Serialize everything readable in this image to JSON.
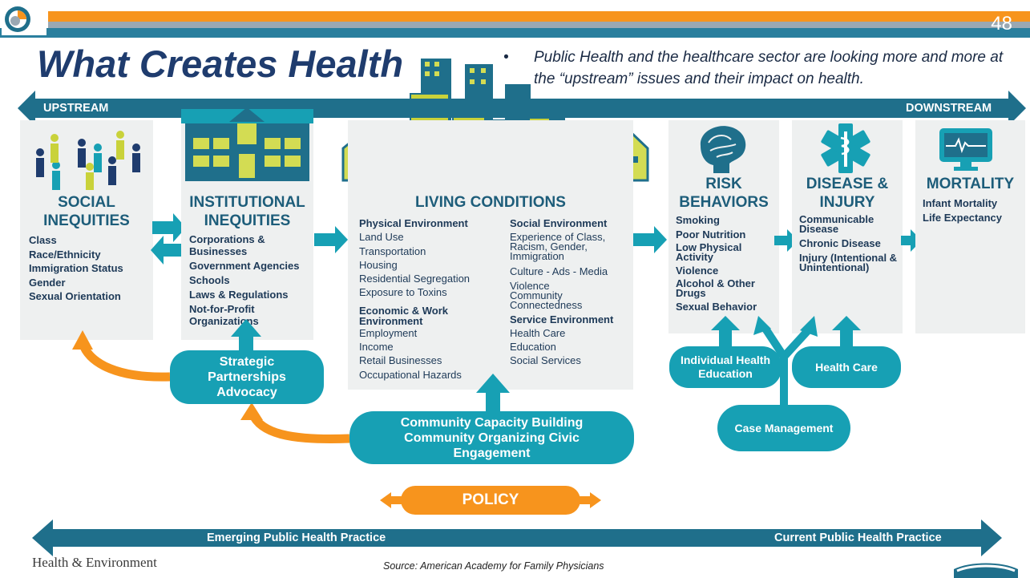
{
  "header": {
    "slide_number": "48"
  },
  "slide": {
    "title": "What Creates Health",
    "bullet": "Public Health and the healthcare sector are looking more and more at the “upstream” issues and their impact on health."
  },
  "diagram": {
    "upstream_label": "UPSTREAM",
    "downstream_label": "DOWNSTREAM",
    "social": {
      "heading": "SOCIAL INEQUITIES",
      "items": [
        "Class",
        "Race/Ethnicity",
        "Immigration Status",
        "Gender",
        "Sexual Orientation"
      ]
    },
    "institutional": {
      "heading": "INSTITUTIONAL INEQUITIES",
      "items": [
        "Corporations & Businesses",
        "Government Agencies",
        "Schools",
        "Laws & Regulations",
        "Not-for-Profit Organizations"
      ]
    },
    "living": {
      "heading": "LIVING CONDITIONS",
      "physical": {
        "heading": "Physical Environment",
        "items": [
          "Land Use",
          "Transportation",
          "Housing",
          "Residential Segregation",
          "Exposure to Toxins"
        ]
      },
      "economic": {
        "heading": "Economic & Work Environment",
        "items": [
          "Employment",
          "Income",
          "Retail Businesses",
          "Occupational Hazards"
        ]
      },
      "social_env": {
        "heading": "Social Environment",
        "items": [
          "Experience of Class, Racism, Gender, Immigration",
          "Culture - Ads - Media",
          "Violence",
          "Community Connectedness"
        ]
      },
      "service": {
        "heading": "Service Environment",
        "items": [
          "Health Care",
          "Education",
          "Social Services"
        ]
      }
    },
    "risk": {
      "heading": "RISK BEHAVIORS",
      "items": [
        "Smoking",
        "Poor Nutrition",
        "Low Physical Activity",
        "Violence",
        "Alcohol & Other Drugs",
        "Sexual Behavior"
      ]
    },
    "disease": {
      "heading": "DISEASE & INJURY",
      "items": [
        "Communicable Disease",
        "Chronic Disease",
        "Injury (Intentional & Unintentional)"
      ]
    },
    "mortality": {
      "heading": "MORTALITY",
      "items": [
        "Infant Mortality",
        "Life Expectancy"
      ]
    },
    "strategic": "Strategic Partnerships Advocacy",
    "community": "Community Capacity Building Community Organizing Civic Engagement",
    "individual": "Individual Health Education",
    "health_care": "Health Care",
    "case_management": "Case Management",
    "policy": "POLICY",
    "emerging": "Emerging Public Health Practice",
    "current": "Current Public Health Practice"
  },
  "footer": {
    "source": "Source: American Academy for Family Physicians",
    "org_text": "Health & Environment"
  },
  "colors": {
    "teal": "#17a0b4",
    "dark_teal": "#1f6f8b",
    "orange": "#f7941d",
    "navy": "#1f3c6e"
  }
}
